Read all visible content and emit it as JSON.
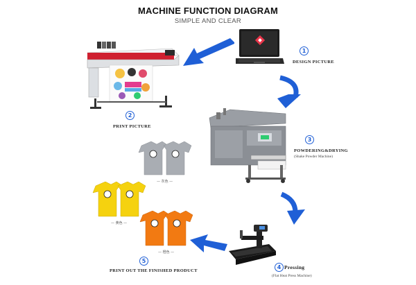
{
  "header": {
    "title": "MACHINE FUNCTION DIAGRAM",
    "subtitle": "SIMPLE AND CLEAR"
  },
  "steps": [
    {
      "number": "1",
      "label": "DESIGN PICTURE",
      "sub": ""
    },
    {
      "number": "2",
      "label": "PRINT PICTURE",
      "sub": ""
    },
    {
      "number": "3",
      "label": "POWDERING&DRYING",
      "sub": "(Shake Powder Machine)"
    },
    {
      "number": "4",
      "label": "Pressing",
      "sub": "(Flat Heat Press Machine)"
    },
    {
      "number": "5",
      "label": "PRINT OUT THE FINISHED PRODUCT",
      "sub": ""
    }
  ],
  "shirts": [
    {
      "caption": "— 灰色 —",
      "color": "#a9adb3"
    },
    {
      "caption": "— 黄色 —",
      "color": "#f5d20f"
    },
    {
      "caption": "— 橙色 —",
      "color": "#f27a12"
    }
  ],
  "colors": {
    "arrow": "#1f5fd6",
    "printer_body": "#e9eaec",
    "printer_accent": "#cf2030",
    "machine_grey": "#8b8f95",
    "laptop": "#1c1c1c",
    "laptop_logo": "#e8354a"
  },
  "icons": [
    "laptop-icon",
    "printer-icon",
    "shaker-machine-icon",
    "heat-press-icon",
    "tshirt-icon",
    "arrow-icon"
  ]
}
